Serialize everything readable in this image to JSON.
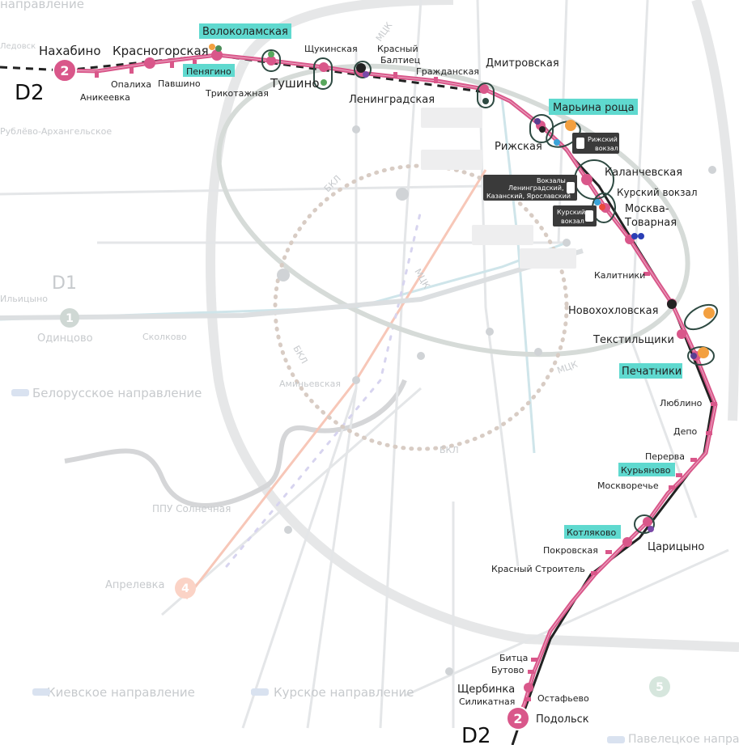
{
  "line": {
    "name": "D2",
    "number": "2",
    "color": "#d9578a",
    "dark_color": "#222222"
  },
  "background_lines": {
    "d1_name": "D1",
    "d1_number": "1",
    "d4_number": "4",
    "mcd5_number": "5",
    "mck_label": "МЦК",
    "bkl_label": "БКЛ"
  },
  "directions": {
    "rublevo": "Рублёво-Архангельское",
    "ilitsyno": "Ильицыно",
    "belorussky": "Белорусское направление",
    "kievsky": "Киевское направление",
    "kursky": "Курское направление",
    "paveletsky": "Павелецкое направ",
    "napravlenie_top": "направление",
    "edovsk": "Ледовск"
  },
  "faint_stations": {
    "odintsovo": "Одинцово",
    "skolkovo": "Сколково",
    "aminyevskaya": "Аминьевская",
    "solnechnaya": "ППУ Солнечная",
    "aprelevka": "Апрелевка"
  },
  "stations": {
    "nakhabino": "Нахабино",
    "anikeevka": "Аникеевка",
    "opalikha": "Опалиха",
    "krasnogorskaya": "Красногорская",
    "pavshino": "Павшино",
    "penyagino": "Пенягино",
    "volokolamskaya": "Волоколамская",
    "trikotazhnaya": "Трикотажная",
    "tushino": "Тушино",
    "shchukinskaya": "Щукинская",
    "leningradskaya": "Ленинградская",
    "krasny_baltiets": "Красный\nБалтиец",
    "grazhdanskaya": "Гражданская",
    "dmitrovskaya": "Дмитровская",
    "marina_roshcha": "Марьина роща",
    "rizhskaya": "Рижская",
    "kalanchevskaya": "Каланчевская",
    "kursky_vokzal": "Курский вокзал",
    "moskva_tovarnaya": "Москва-\nТоварная",
    "kalitniki": "Калитники",
    "novokhokhlovskaya": "Новохохловская",
    "tekstilshchiki": "Текстильщики",
    "pechatniki": "Печатники",
    "lyublino": "Люблино",
    "depo": "Депо",
    "pererva": "Перерва",
    "kuryanovo": "Курьяново",
    "moskvorechye": "Москворечье",
    "tsaritsyno": "Царицыно",
    "kotlyakovo": "Котляково",
    "pokrovskaya": "Покровская",
    "krasny_stroitel": "Красный Строитель",
    "bitsa": "Битца",
    "butovo": "Бутово",
    "shcherbinka": "Щербинка",
    "silikatnaya": "Силикатная",
    "ostafyevo": "Остафьево",
    "podolsk": "Подольск"
  },
  "rail_badges": {
    "rizhsky": "Рижский\nвокзал",
    "three_stations": "Вокзалы\nЛенинградский,\nКазанский, Ярославский",
    "kursky": "Курский\nвокзал"
  },
  "colors": {
    "highlight": "#5fd9cf",
    "badge_bg": "#3a3a3a",
    "mck_ring": "#d6dbd8",
    "bkl": "#d8ccc4"
  }
}
